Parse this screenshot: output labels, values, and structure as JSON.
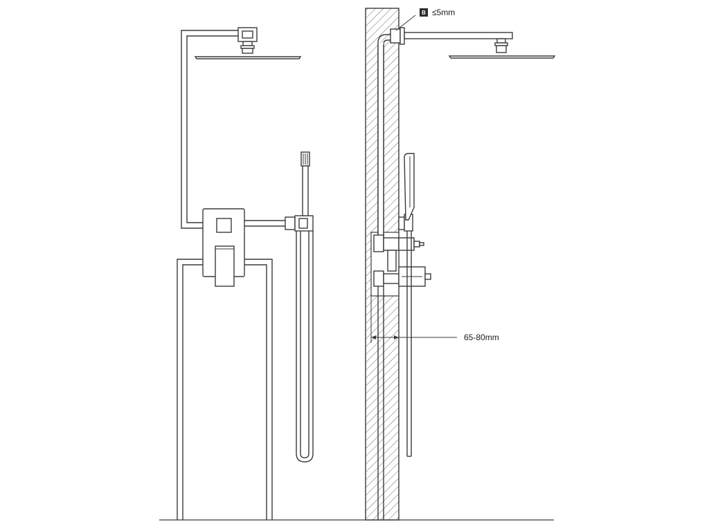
{
  "annotations": {
    "clearance_badge": "B",
    "clearance_text": "≤5mm",
    "depth_text": "65-80mm"
  },
  "colors": {
    "line": "#3a3a3a",
    "text": "#1a1a1a",
    "badge": "#2b2b2b",
    "background": "#ffffff"
  }
}
